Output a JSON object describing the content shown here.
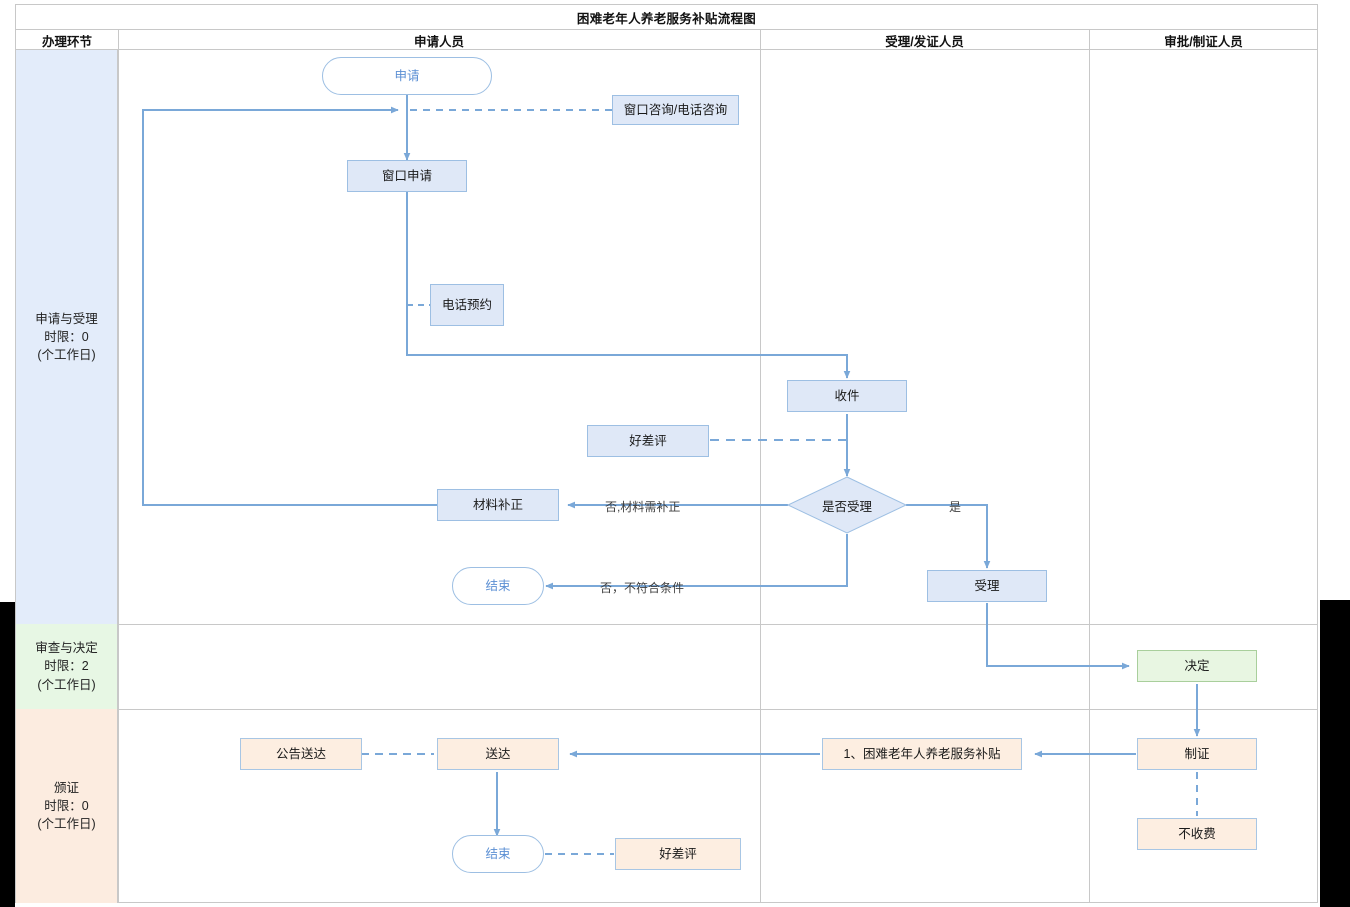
{
  "title": "困难老年人养老服务补贴流程图",
  "columns": [
    {
      "key": "stage",
      "label": "办理环节"
    },
    {
      "key": "applicant",
      "label": "申请人员"
    },
    {
      "key": "acceptor",
      "label": "受理/发证人员"
    },
    {
      "key": "approver",
      "label": "审批/制证人员"
    }
  ],
  "stages": [
    {
      "name": "申请与受理",
      "limit_label": "时限：0",
      "unit": "(个工作日)",
      "color": "#e3ecfa"
    },
    {
      "name": "审查与决定",
      "limit_label": "时限：2",
      "unit": "(个工作日)",
      "color": "#e7f7e4"
    },
    {
      "name": "颁证",
      "limit_label": "时限：0",
      "unit": "(个工作日)",
      "color": "#fcece0"
    }
  ],
  "nodes": {
    "apply": "申请",
    "consult": "窗口咨询/电话咨询",
    "window_apply": "窗口申请",
    "phone_booking": "电话预约",
    "receive": "收件",
    "review_top": "好差评",
    "decide_accept": "是否受理",
    "material_fix": "材料补正",
    "end_top": "结束",
    "accept": "受理",
    "decision": "决定",
    "make_cert": "制证",
    "no_fee": "不收费",
    "subsidy_item": "1、困难老年人养老服务补贴",
    "deliver": "送达",
    "public_deliver": "公告送达",
    "end_bottom": "结束",
    "review_bottom": "好差评"
  },
  "edge_labels": {
    "need_fix": "否,材料需补正",
    "not_qualify": "否，不符合条件",
    "yes": "是"
  },
  "colors": {
    "flow_line": "#7aa8d8",
    "blue_fill": "#dfe8f7",
    "blue_stroke": "#9dbfe3",
    "green_fill": "#e8f6e2",
    "green_stroke": "#a9cf9c",
    "peach_fill": "#fdeee1",
    "grid": "#c8c8c8",
    "round_text": "#5b8fd4"
  }
}
